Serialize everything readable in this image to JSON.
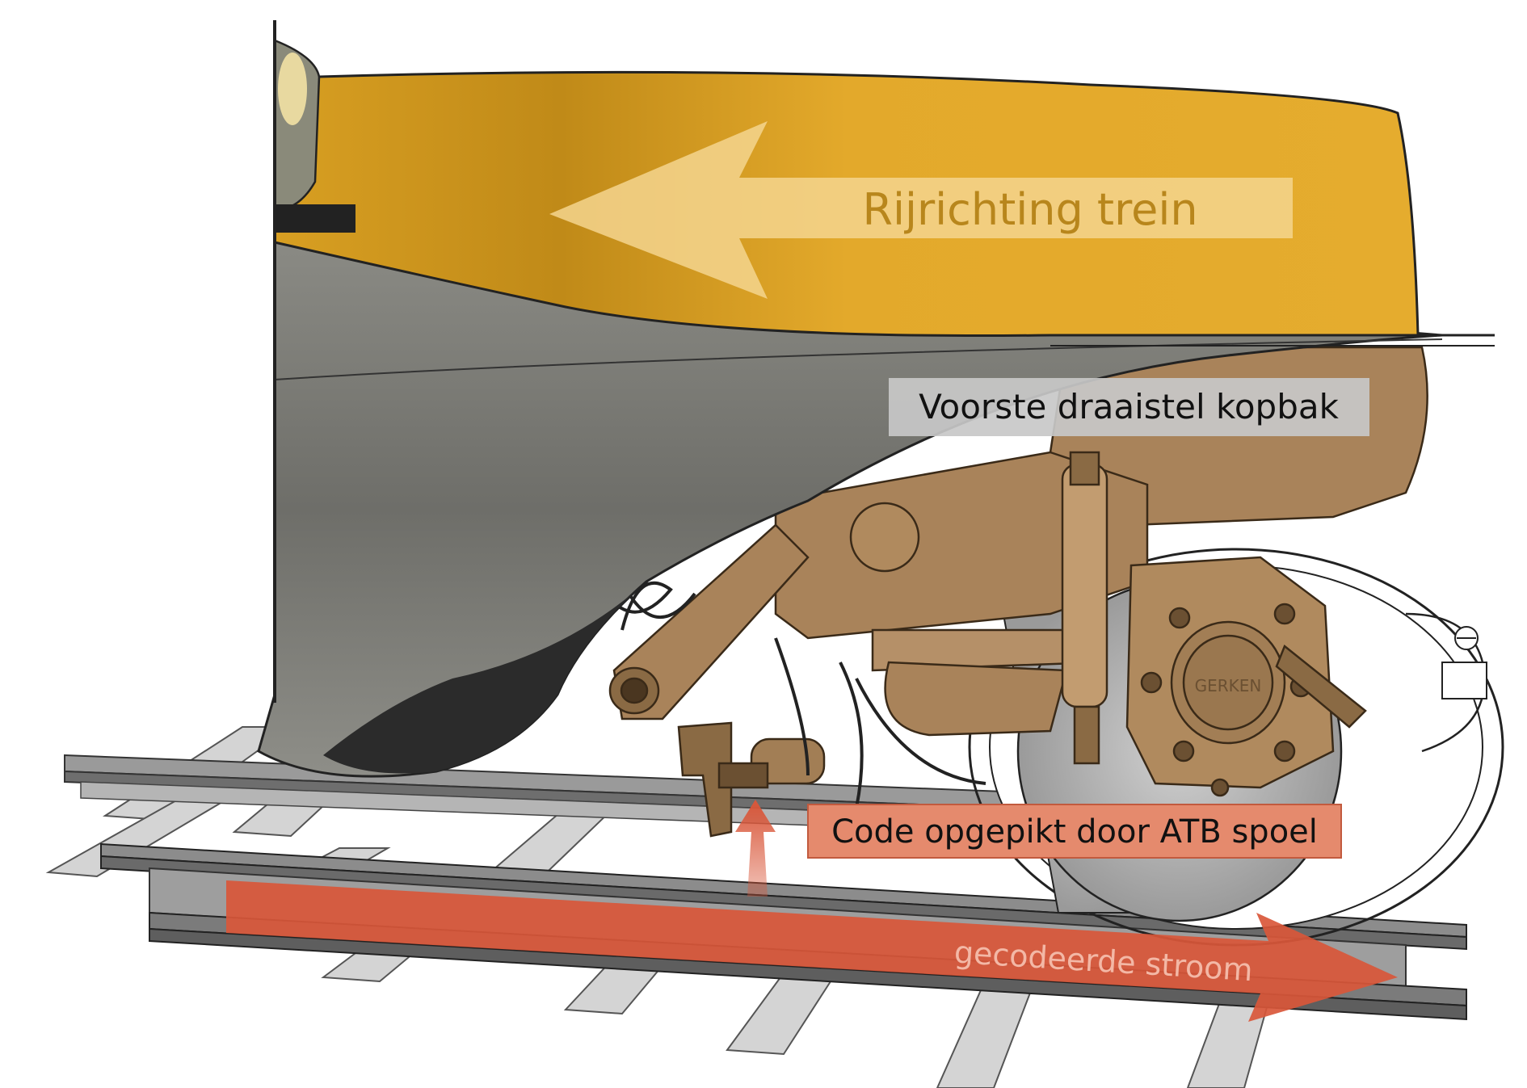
{
  "labels": {
    "direction": "Rijrichting trein",
    "bogie": "Voorste draaistel kopbak",
    "pickup": "Code opgepikt door ATB spoel",
    "current": "gecodeerde stroom",
    "hub_brand": "GERKEN"
  },
  "colors": {
    "train_body": "#E3A92B",
    "skirt": "#7A7A74",
    "bogie": "#A9835A",
    "rail": "#8E8E8E",
    "sleeper": "#D4D4D4",
    "label_box": "#C8C8C8",
    "callout_box": "#E58A6D",
    "current_arrow": "#D9573A"
  }
}
